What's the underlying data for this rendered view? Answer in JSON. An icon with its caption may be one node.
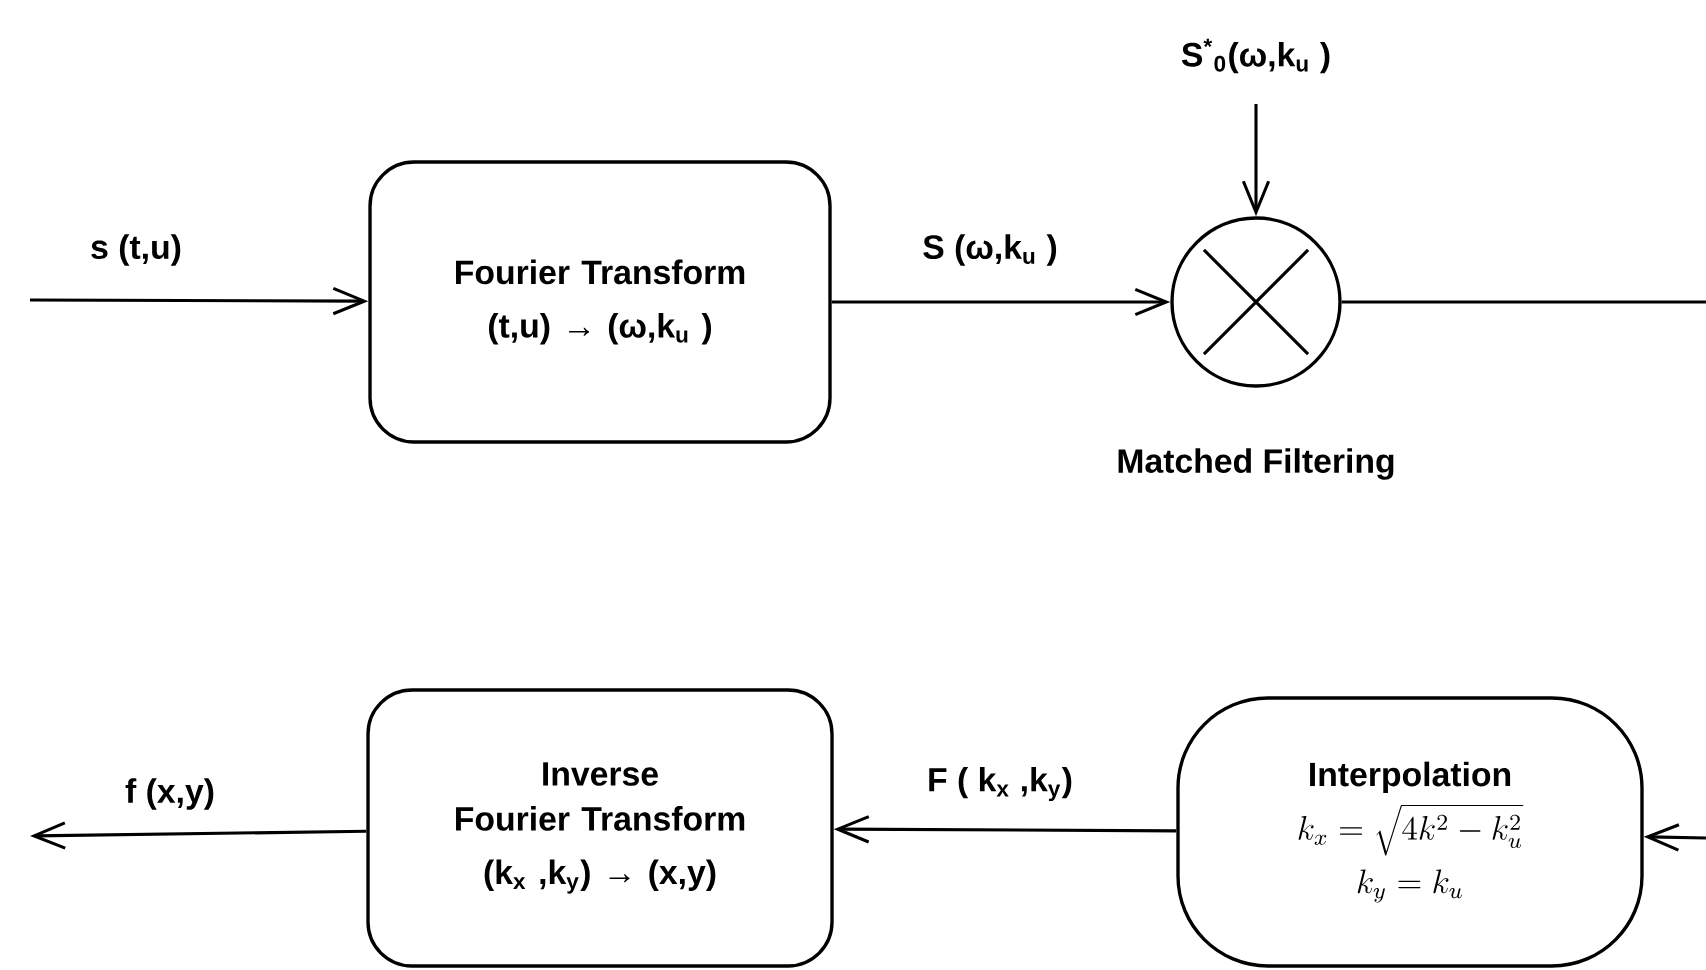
{
  "diagram": {
    "nodes": [
      {
        "text": [
          "Fourier Transform",
          "(t,u) → (ω,k$_{u}$ )"
        ]
      },
      {
        "text": [],
        "shape": "circle",
        "beside": [
          "Matched Filtering"
        ]
      },
      {
        "text": [
          "Interpolation",
          "k_x = \\sqrt{4k^2 - k_u^2}",
          "k_y = k_u"
        ]
      },
      {
        "text": [
          "Inverse Fourier Transform",
          "(k$_{x}$ ,k$_{y}$) → (x,y)"
        ]
      }
    ],
    "edges": [
      {
        "from": null,
        "to": 0,
        "arrow": "to",
        "label": "s (t,u)"
      },
      {
        "from": 0,
        "to": 1,
        "arrow": "to",
        "label": "S (ω,k$_{u}$ )"
      },
      {
        "from": null,
        "to": 1,
        "arrow": "to",
        "label": "S$^{*}$$_{0}$(ω,k$_{u}$ )"
      },
      {
        "from": 1,
        "to": null,
        "arrow": "none"
      },
      {
        "from": null,
        "to": 2,
        "arrow": "to"
      },
      {
        "from": 2,
        "to": 3,
        "arrow": "to",
        "label": "F ( k$_{x}$ ,k$_{y}$)"
      },
      {
        "from": 3,
        "to": null,
        "arrow": "to",
        "label": "f (x,y)"
      }
    ]
  }
}
